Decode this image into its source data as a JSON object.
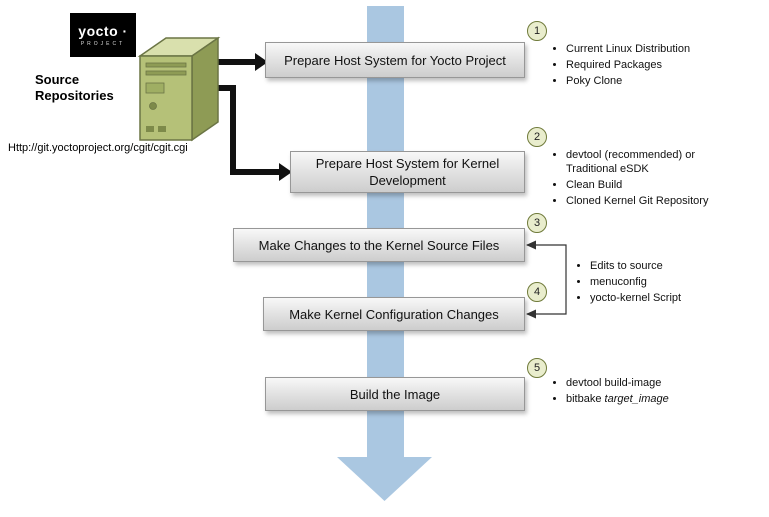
{
  "logo": {
    "name": "yocto ·",
    "project": "PROJECT"
  },
  "source_repositories": {
    "line1": "Source",
    "line2": "Repositories",
    "url": "Http://git.yoctoproject.org/cgit/cgit.cgi"
  },
  "steps": [
    {
      "num": "1",
      "label": "Prepare Host System for Yocto Project"
    },
    {
      "num": "2",
      "label": "Prepare Host System for Kernel Development"
    },
    {
      "num": "3",
      "label": "Make Changes to the Kernel Source Files"
    },
    {
      "num": "4",
      "label": "Make Kernel Configuration Changes"
    },
    {
      "num": "5",
      "label": "Build the Image"
    }
  ],
  "bullets": {
    "step1": [
      "Current Linux Distribution",
      "Required Packages",
      "Poky Clone"
    ],
    "step2": [
      "devtool (recommended) or Traditional eSDK",
      "Clean Build",
      "Cloned Kernel Git Repository"
    ],
    "steps34": [
      "Edits to source",
      "menuconfig",
      "yocto-kernel Script"
    ],
    "step5_item1": "devtool build-image",
    "step5_item2_prefix": "bitbake ",
    "step5_item2_italic": "target_image"
  },
  "colors": {
    "flow_arrow_blue": "#aac7e1",
    "badge_fill": "#e9edcd",
    "badge_border": "#6f7a3a",
    "server_front": "#b5c178",
    "server_side": "#8e9b55",
    "server_top": "#d9e0ad"
  }
}
